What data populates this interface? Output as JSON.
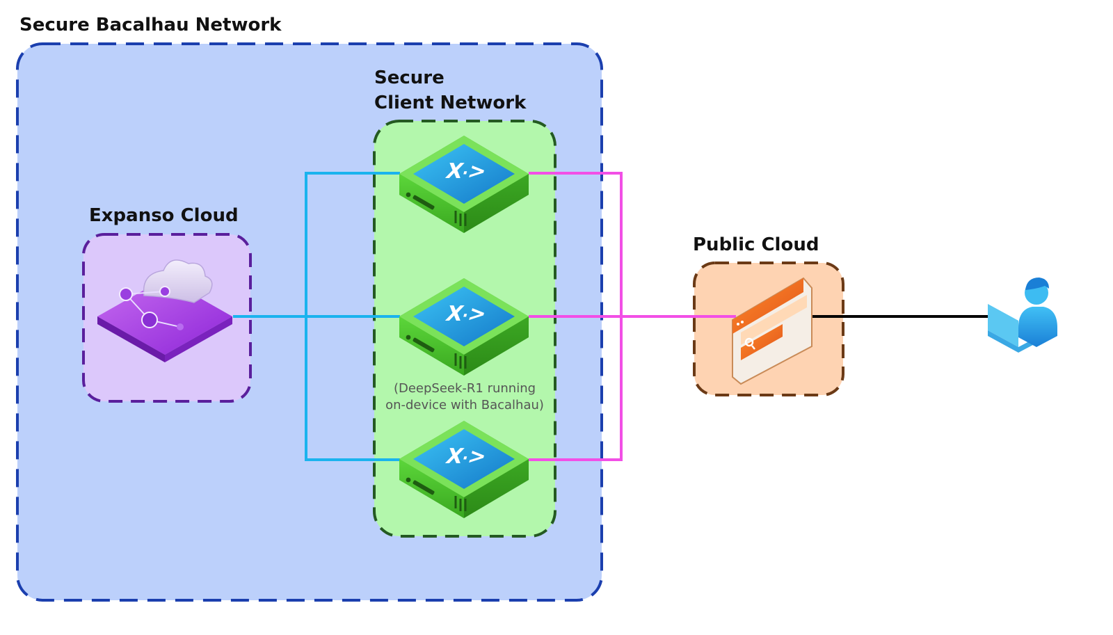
{
  "diagram": {
    "regions": {
      "secure_bacalhau": {
        "title": "Secure Bacalhau Network",
        "fill": "#bcd0fb",
        "stroke": "#1b3fae"
      },
      "secure_client": {
        "title_line1": "Secure",
        "title_line2": "Client Network",
        "fill": "#b3f7ac",
        "stroke": "#245a22"
      },
      "expanso_cloud": {
        "title": "Expanso Cloud",
        "fill": "#dcc8fb",
        "stroke": "#5a1f9c"
      },
      "public_cloud": {
        "title": "Public Cloud",
        "fill": "#fed3b2",
        "stroke": "#6b3a16"
      }
    },
    "node_caption_line1": "(DeepSeek-R1 running",
    "node_caption_line2": "on-device with Bacalhau)",
    "nodes": [
      {
        "icon": "bacalhau-server-icon"
      },
      {
        "icon": "bacalhau-server-icon"
      },
      {
        "icon": "bacalhau-server-icon"
      }
    ],
    "connections": {
      "orchestrator_color": "#1ab3ee",
      "public_color": "#f24fe6",
      "user_color": "#000000"
    },
    "icons": [
      "expanso-cloud-icon",
      "browser-search-icon",
      "user-laptop-icon"
    ]
  }
}
